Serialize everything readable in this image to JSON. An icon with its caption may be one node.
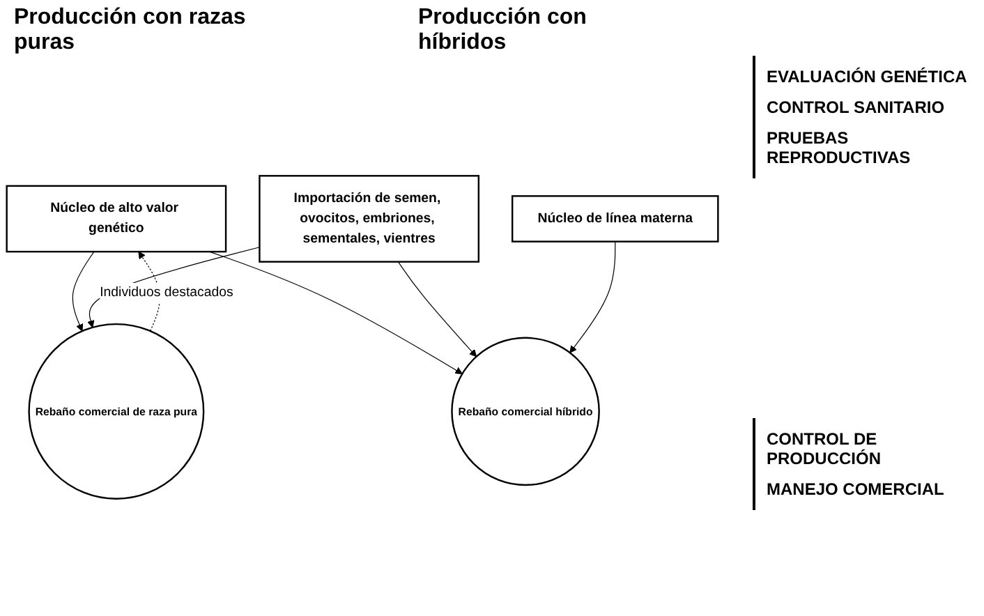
{
  "diagram": {
    "nodes": [
      {
        "text": [
          "Núcleo de alto valor genético"
        ]
      },
      {
        "text": [
          "Importación de semen, ovocitos, embriones, sementales, vientres"
        ]
      },
      {
        "text": [
          "Núcleo de línea materna"
        ]
      },
      {
        "text": [
          "Rebaño comercial de raza pura"
        ]
      },
      {
        "text": [
          "Rebaño comercial híbrido"
        ]
      }
    ],
    "edges": [
      {
        "from": 0,
        "to": 3,
        "arrow": "to"
      },
      {
        "from": 0,
        "to": 4,
        "arrow": "to"
      },
      {
        "from": 1,
        "to": 3,
        "arrow": "to"
      },
      {
        "from": 1,
        "to": 4,
        "arrow": "to"
      },
      {
        "from": 2,
        "to": 4,
        "arrow": "to"
      },
      {
        "from": 3,
        "to": 0,
        "arrow": "to",
        "style": "dashed",
        "label": "Individuos destacados"
      }
    ],
    "labels": [
      "Producción con razas puras",
      "Producción con híbridos",
      "EVALUACIÓN GENÉTICA",
      "CONTROL SANITARIO",
      "PRUEBAS REPRODUCTIVAS",
      "CONTROL DE PRODUCCIÓN",
      "MANEJO COMERCIAL"
    ]
  }
}
